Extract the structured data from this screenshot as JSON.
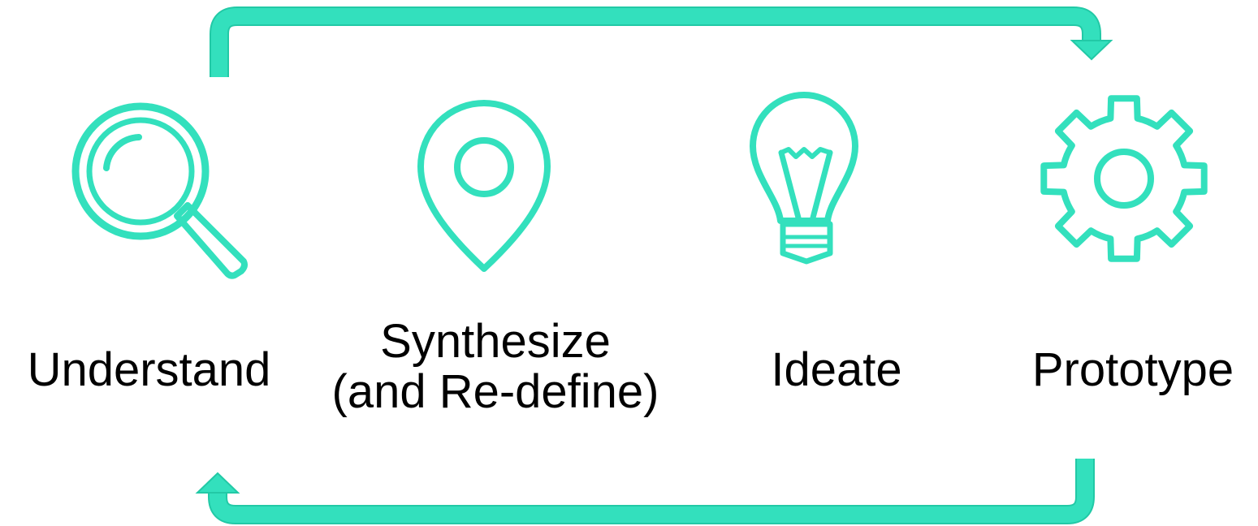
{
  "accent_color": "#33e0bd",
  "outline_color": "#22c9a6",
  "text_color": "#000000",
  "stages": [
    {
      "id": "understand",
      "icon": "magnifying-glass-icon",
      "label_lines": [
        "Understand"
      ]
    },
    {
      "id": "synthesize",
      "icon": "map-pin-icon",
      "label_lines": [
        "Synthesize",
        "(and Re-define)"
      ]
    },
    {
      "id": "ideate",
      "icon": "light-bulb-icon",
      "label_lines": [
        "Ideate"
      ]
    },
    {
      "id": "prototype",
      "icon": "gear-icon",
      "label_lines": [
        "Prototype"
      ]
    }
  ],
  "arrows": [
    {
      "id": "forward",
      "direction": "understand-to-prototype"
    },
    {
      "id": "return",
      "direction": "prototype-to-understand"
    }
  ]
}
